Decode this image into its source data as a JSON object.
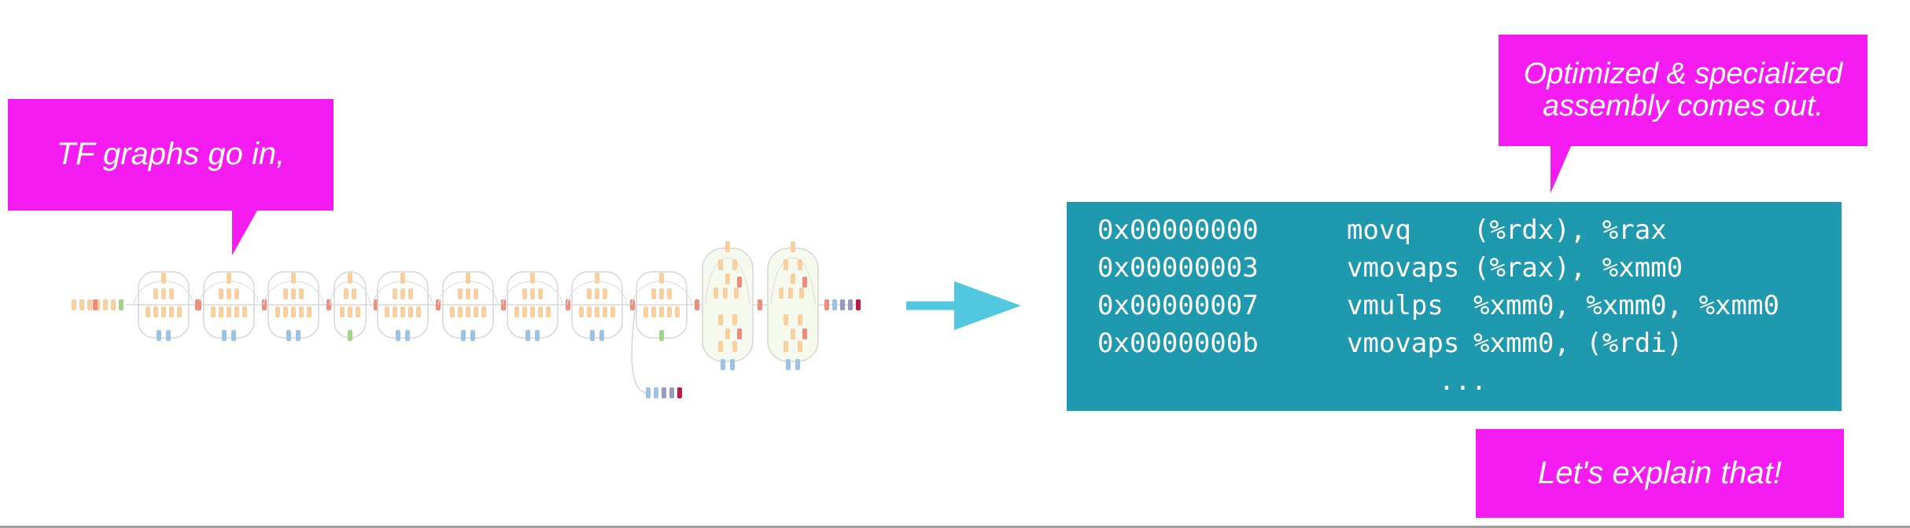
{
  "callouts": {
    "input": "TF graphs go in,",
    "output": "Optimized & specialized assembly comes out.",
    "explain": "Let's explain that!"
  },
  "code": {
    "lines": [
      {
        "addr": "0x00000000",
        "mnemonic": "movq",
        "operands": "(%rdx), %rax"
      },
      {
        "addr": "0x00000003",
        "mnemonic": "vmovaps",
        "operands": "(%rax), %xmm0"
      },
      {
        "addr": "0x00000007",
        "mnemonic": "vmulps",
        "operands": "%xmm0, %xmm0, %xmm0"
      },
      {
        "addr": "0x0000000b",
        "mnemonic": "vmovaps",
        "operands": "%xmm0, (%rdi)"
      }
    ],
    "ellipsis": "..."
  },
  "graph": {
    "block_count": 9,
    "wide_block_count": 2,
    "node_colors": {
      "op": "#f9cf9e",
      "concat": "#ef8c7c",
      "variable": "#9cc3e3",
      "init": "#a3d28a",
      "output_purple": "#9898c8",
      "output_red": "#bd1a40"
    }
  },
  "arrow": {
    "color": "#51c8df"
  }
}
